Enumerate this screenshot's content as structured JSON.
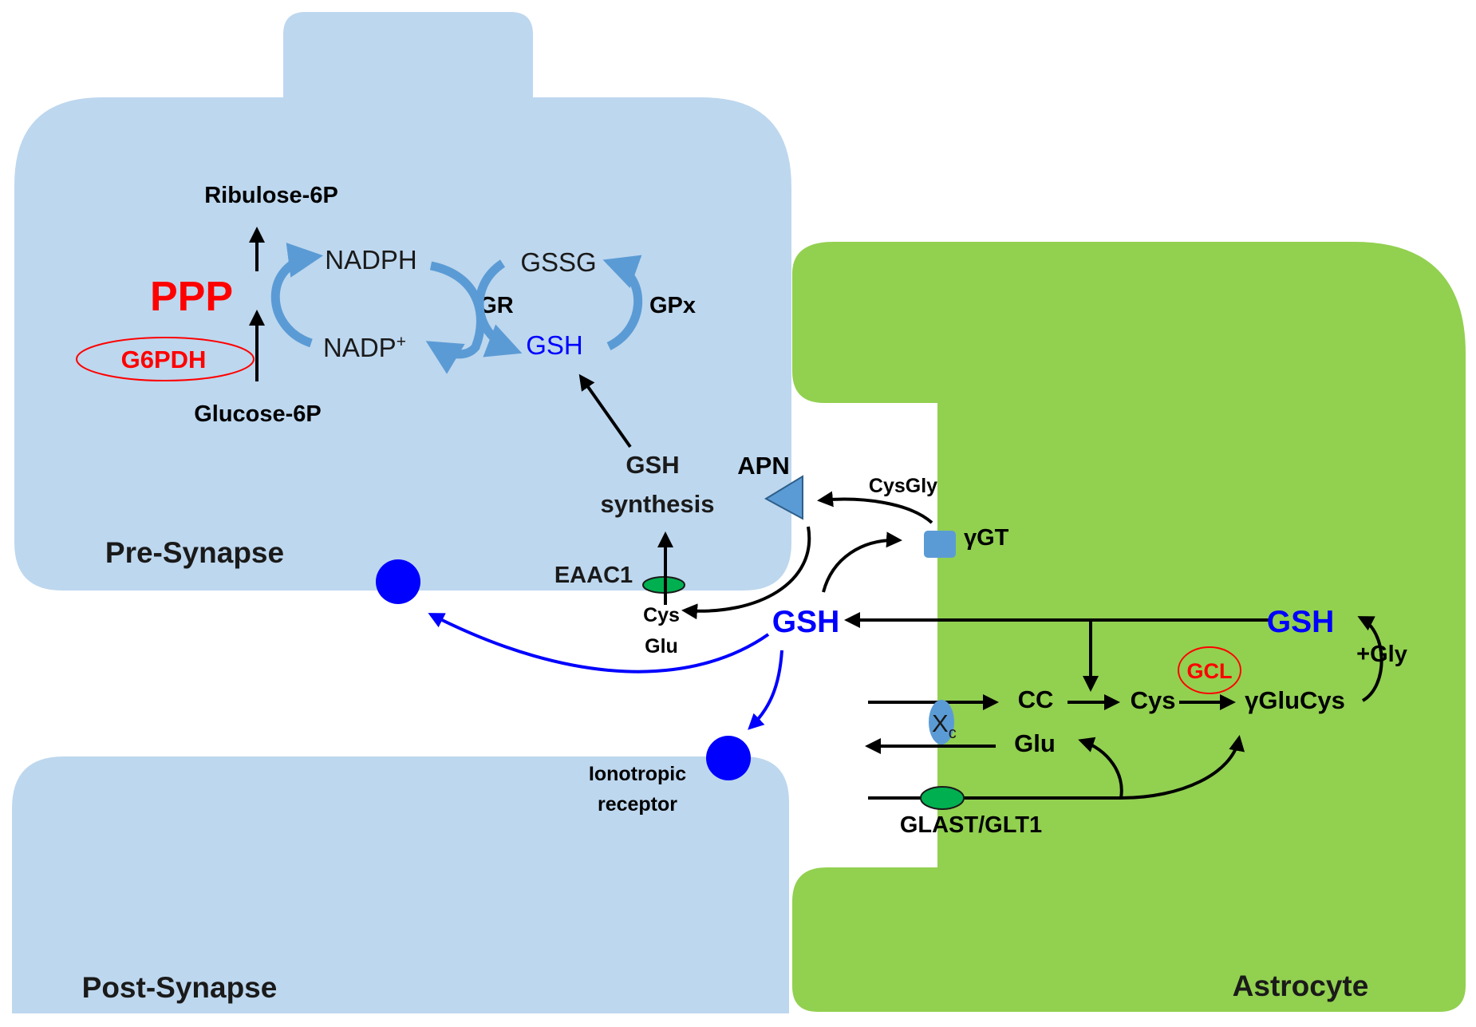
{
  "colors": {
    "neuron": "#bdd7ee",
    "astrocyte": "#92d050",
    "blue_text": "#0000ff",
    "red_text": "#ff0000",
    "cycle_arrow": "#5b9bd5",
    "transporter": "#00b050",
    "xc": "#5b9bd5",
    "ygt": "#5b9bd5",
    "black": "#000000"
  },
  "compartments": {
    "pre": "Pre-Synapse",
    "post": "Post-Synapse",
    "astro": "Astrocyte"
  },
  "pre_synapse": {
    "ribulose": "Ribulose-6P",
    "ppp": "PPP",
    "g6pdh": "G6PDH",
    "glucose": "Glucose-6P",
    "nadph": "NADPH",
    "nadp_base": "NADP",
    "nadp_sup": "+",
    "gssg": "GSSG",
    "gr": "GR",
    "gpx": "GPx",
    "gsh": "GSH",
    "synth_line1": "GSH",
    "synth_line2": "synthesis",
    "apn": "APN",
    "eaac1": "EAAC1"
  },
  "cleft": {
    "cysgly": "CysGly",
    "ygt": "γGT",
    "cys": "Cys",
    "glu": "Glu",
    "gsh": "GSH",
    "receptor_line1": "Ionotropic",
    "receptor_line2": "receptor"
  },
  "astrocyte": {
    "gsh": "GSH",
    "gly": "+Gly",
    "gcl": "GCL",
    "cc": "CC",
    "cys": "Cys",
    "yglucys": "γGluCys",
    "xc_base": "X",
    "xc_sub": "c",
    "glu": "Glu",
    "glast": "GLAST/GLT1"
  }
}
